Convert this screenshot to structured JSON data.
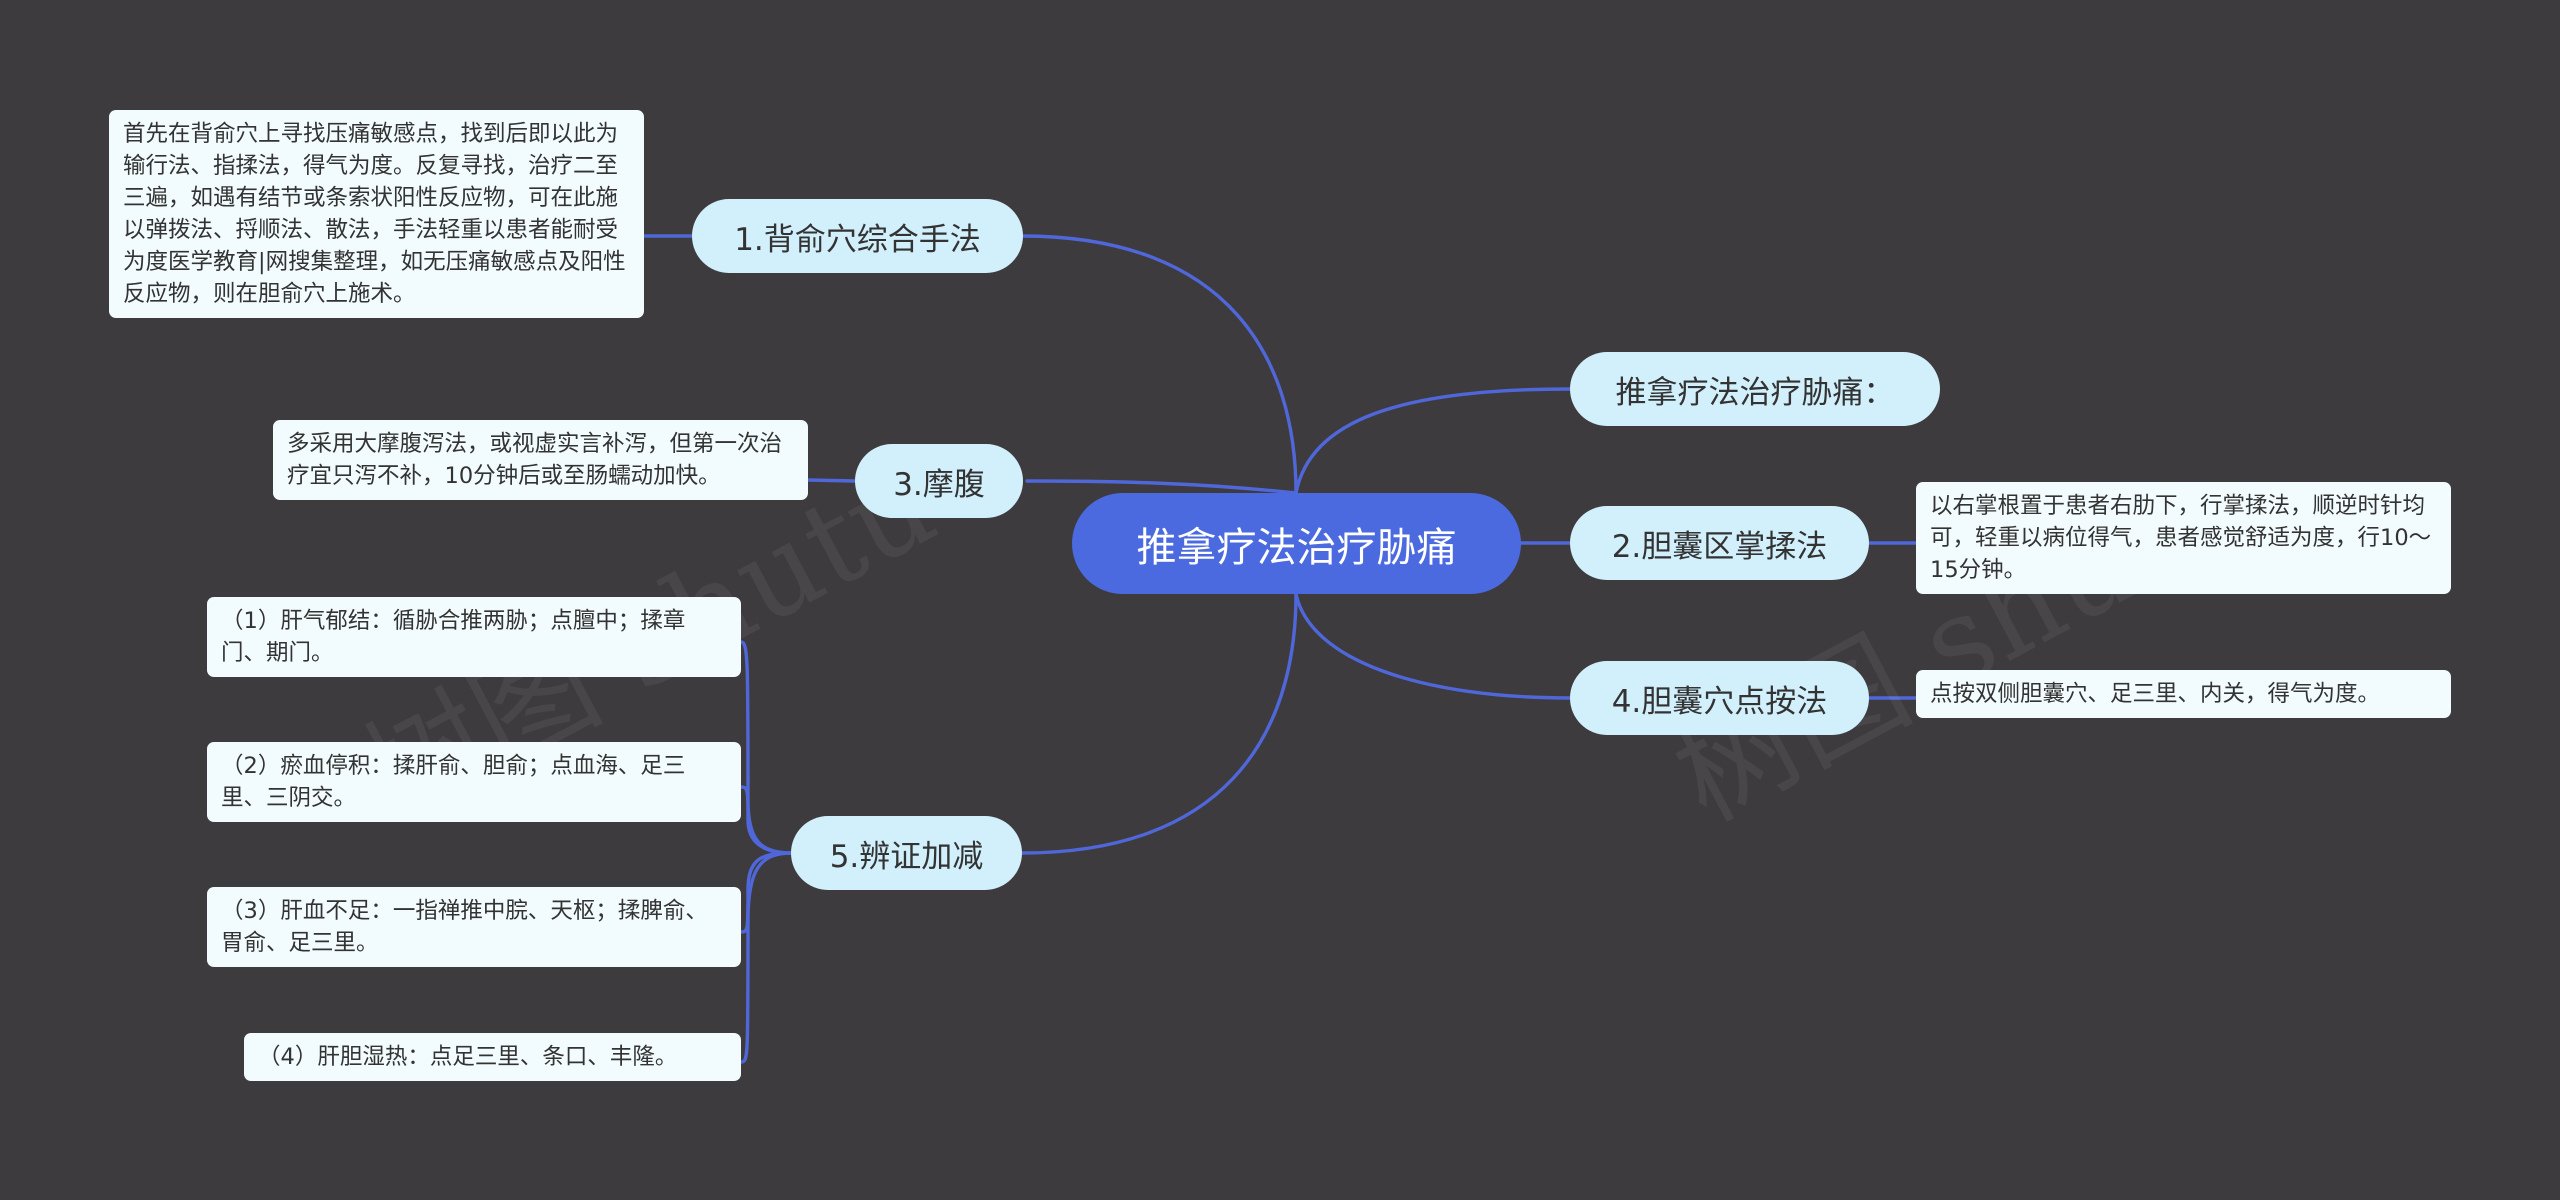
{
  "colors": {
    "background": "#3d3b3e",
    "connector": "#4f67d8",
    "root_fill": "#4b6ae0",
    "branch_fill": "#d2effc",
    "leaf_fill": "#f2fbfd"
  },
  "root": {
    "label": "推拿疗法治疗胁痛"
  },
  "branches": {
    "b1": {
      "label": "1.背俞穴综合手法"
    },
    "b_title": {
      "label": "推拿疗法治疗胁痛："
    },
    "b3": {
      "label": "3.摩腹"
    },
    "b2": {
      "label": "2.胆囊区掌揉法"
    },
    "b4": {
      "label": "4.胆囊穴点按法"
    },
    "b5": {
      "label": "5.辨证加减"
    }
  },
  "leaves": {
    "l1": {
      "text": "首先在背俞穴上寻找压痛敏感点，找到后即以此为输行法、指揉法，得气为度。反复寻找，治疗二至三遍，如遇有结节或条索状阳性反应物，可在此施以弹拨法、捋顺法、散法，手法轻重以患者能耐受为度医学教育|网搜集整理，如无压痛敏感点及阳性反应物，则在胆俞穴上施术。"
    },
    "l3": {
      "text": "多采用大摩腹泻法，或视虚实言补泻，但第一次治疗宜只泻不补，10分钟后或至肠蠕动加快。"
    },
    "l2": {
      "text": "以右掌根置于患者右肋下，行掌揉法，顺逆时针均可，轻重以病位得气，患者感觉舒适为度，行10～15分钟。"
    },
    "l4": {
      "text": "点按双侧胆囊穴、足三里、内关，得气为度。"
    },
    "l5a": {
      "text": "（1）肝气郁结：循胁合推两胁；点膻中；揉章门、期门。"
    },
    "l5b": {
      "text": "（2）瘀血停积：揉肝俞、胆俞；点血海、足三里、三阴交。"
    },
    "l5c": {
      "text": "（3）肝血不足：一指禅推中脘、天枢；揉脾俞、胃俞、足三里。"
    },
    "l5d": {
      "text": "（4）肝胆湿热：点足三里、条口、丰隆。"
    }
  }
}
